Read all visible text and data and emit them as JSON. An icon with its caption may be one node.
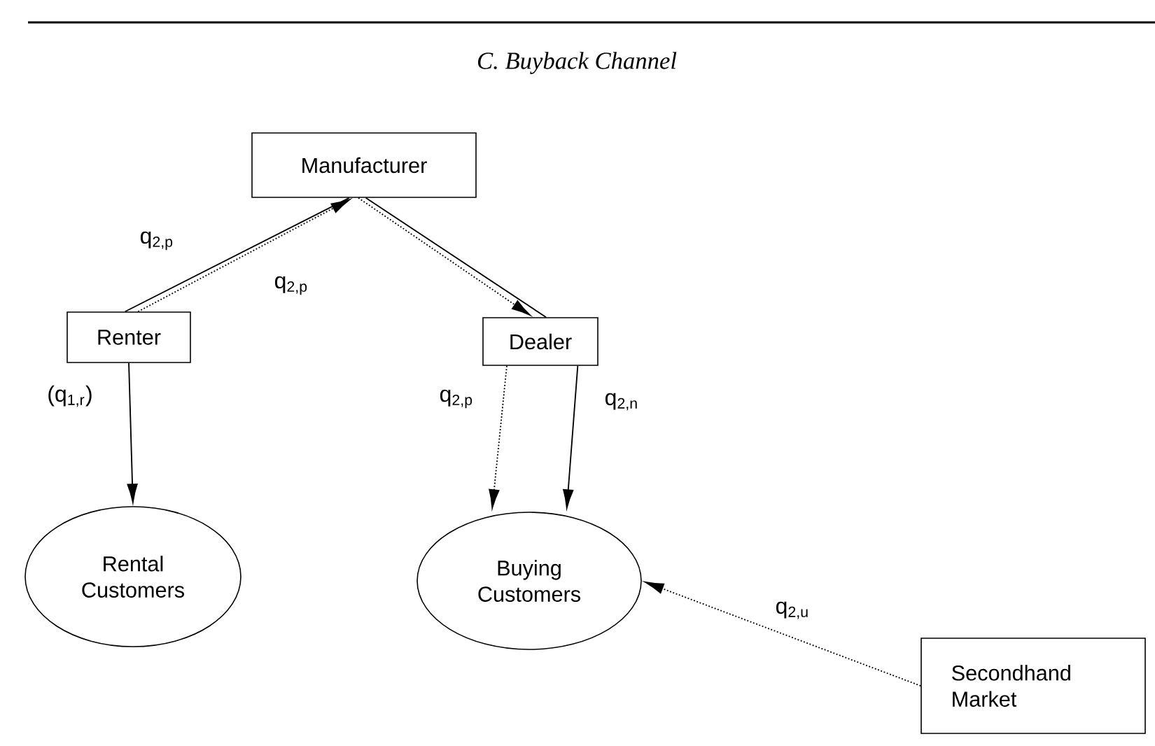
{
  "diagram": {
    "title": "C. Buyback Channel",
    "nodes": [
      {
        "text": [
          "Manufacturer"
        ]
      },
      {
        "text": [
          "Renter"
        ]
      },
      {
        "text": [
          "Dealer"
        ]
      },
      {
        "text": [
          "Rental Customers"
        ]
      },
      {
        "text": [
          "Buying Customers"
        ]
      },
      {
        "text": [
          "Secondhand Market"
        ]
      }
    ],
    "edges": [
      {
        "from": 0,
        "to": 1,
        "arrow": "none",
        "label": "q$_{2,p}$"
      },
      {
        "from": 1,
        "to": 0,
        "arrow": "to",
        "style": "dashed",
        "label": "q$_{2,p}$"
      },
      {
        "from": 0,
        "to": 2,
        "arrow": "none"
      },
      {
        "from": 0,
        "to": 2,
        "arrow": "to",
        "style": "dashed"
      },
      {
        "from": 1,
        "to": 3,
        "arrow": "to",
        "label": "(q$_{1,r}$)"
      },
      {
        "from": 2,
        "to": 4,
        "arrow": "to",
        "style": "dashed",
        "label": "q$_{2,p}$"
      },
      {
        "from": 2,
        "to": 4,
        "arrow": "to",
        "label": "q$_{2,n}$"
      },
      {
        "from": 5,
        "to": 4,
        "arrow": "to",
        "style": "dashed",
        "label": "q$_{2,u}$"
      }
    ]
  }
}
